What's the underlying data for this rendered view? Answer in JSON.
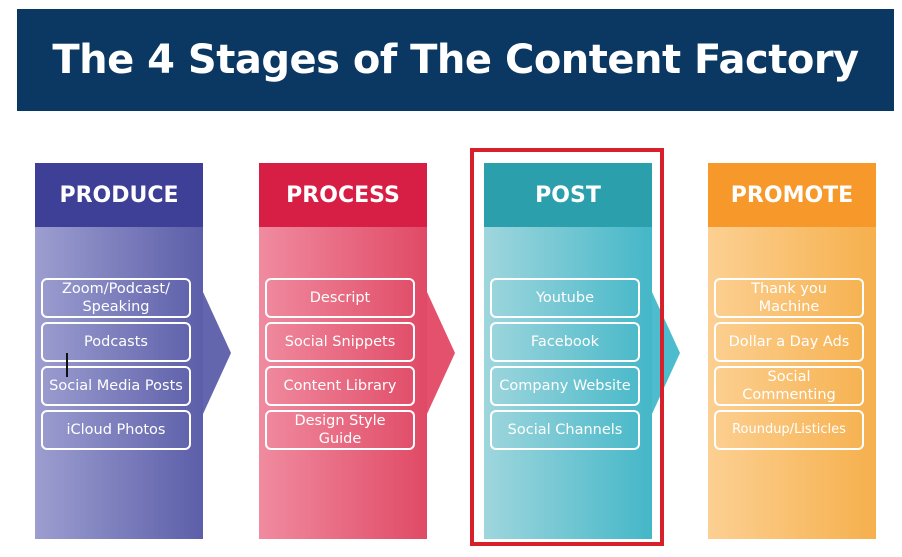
{
  "title": "The 4 Stages of The Content Factory",
  "stages": [
    {
      "name": "PRODUCE",
      "items": [
        "Zoom/Podcast/ Speaking",
        "Podcasts",
        "Social Media Posts",
        "iCloud Photos"
      ]
    },
    {
      "name": "PROCESS",
      "items": [
        "Descript",
        "Social Snippets",
        "Content Library",
        "Design Style Guide"
      ]
    },
    {
      "name": "POST",
      "items": [
        "Youtube",
        "Facebook",
        "Company Website",
        "Social Channels"
      ]
    },
    {
      "name": "PROMOTE",
      "items": [
        "Thank you Machine",
        "Dollar a Day Ads",
        "Social Commenting",
        "Roundup/Listicles"
      ]
    }
  ],
  "colors": {
    "banner": "#0b3763",
    "produce": "#3e3f96",
    "process": "#d71f45",
    "post": "#2c9fad",
    "promote": "#f6992a",
    "highlight": "#d8202a"
  }
}
